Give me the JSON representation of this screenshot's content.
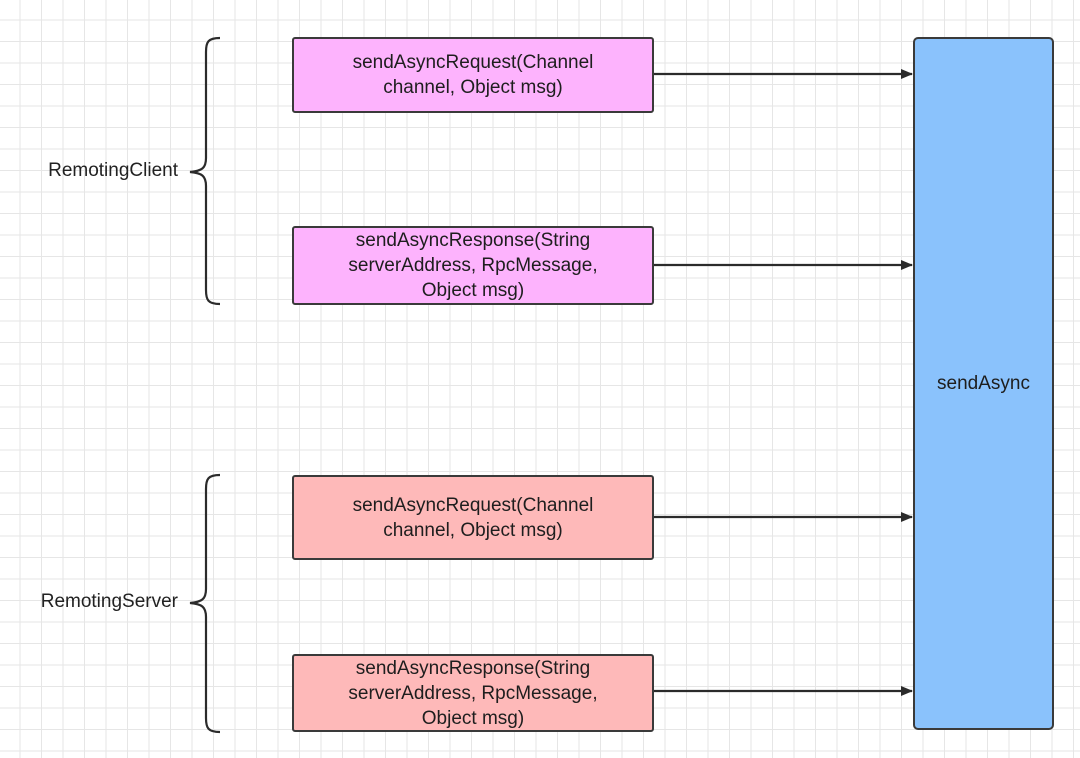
{
  "diagram": {
    "groups": [
      {
        "label": "RemotingClient",
        "methods": [
          {
            "text": "sendAsyncRequest(Channel channel, Object msg)"
          },
          {
            "text": "sendAsyncResponse(String serverAddress, RpcMessage, Object msg)"
          }
        ]
      },
      {
        "label": "RemotingServer",
        "methods": [
          {
            "text": "sendAsyncRequest(Channel channel, Object msg)"
          },
          {
            "text": "sendAsyncResponse(String serverAddress, RpcMessage, Object msg)"
          }
        ]
      }
    ],
    "target": {
      "label": "sendAsync"
    },
    "colors": {
      "client_fill": "#fdb3fd",
      "server_fill": "#feb9b9",
      "target_fill": "#8ac2fc",
      "stroke": "#3a3a3a",
      "grid": "#e6e6e6"
    }
  }
}
